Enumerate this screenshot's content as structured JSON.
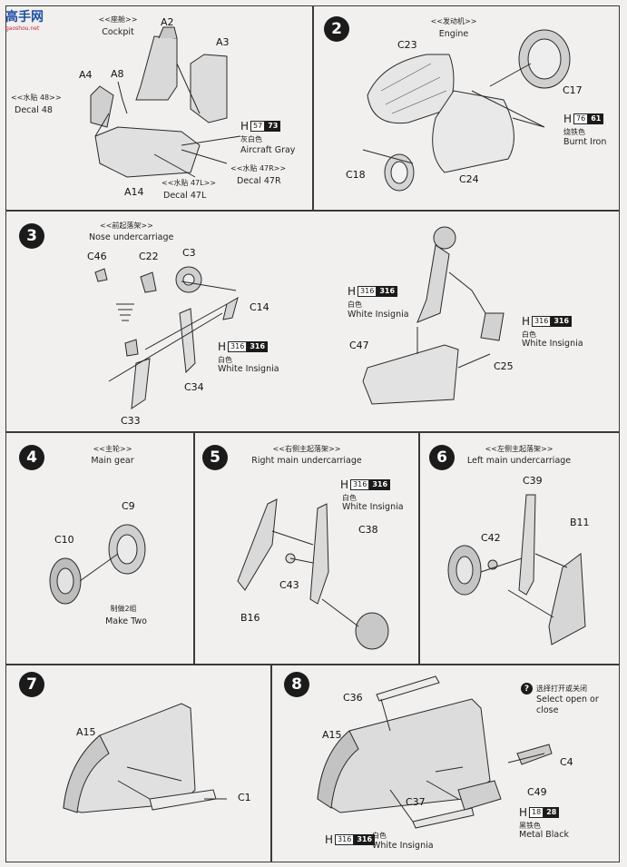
{
  "watermark": {
    "title": "高手网",
    "url": "gaoshou.net"
  },
  "step1": {
    "number": "",
    "title_cn": "<<座舱>>",
    "title_en": "Cockpit",
    "parts": {
      "a2": "A2",
      "a3": "A3",
      "a4": "A4",
      "a8": "A8",
      "a14": "A14"
    },
    "decal48_cn": "<<水贴 48>>",
    "decal48_en": "Decal 48",
    "decal47l_cn": "<<水贴 47L>>",
    "decal47l_en": "Decal 47L",
    "decal47r_cn": "<<水贴 47R>>",
    "decal47r_en": "Decal 47R",
    "paint": {
      "h": "H",
      "code1": "57",
      "code2": "73",
      "cn": "灰白色",
      "en": "Aircraft Gray"
    }
  },
  "step2": {
    "number": "2",
    "title_cn": "<<发动机>>",
    "title_en": "Engine",
    "parts": {
      "c23": "C23",
      "c17": "C17",
      "c18": "C18",
      "c24": "C24"
    },
    "paint": {
      "h": "H",
      "code1": "76",
      "code2": "61",
      "cn": "烧铁色",
      "en": "Burnt Iron"
    }
  },
  "step3": {
    "number": "3",
    "title_cn": "<<前起落架>>",
    "title_en": "Nose undercarriage",
    "parts": {
      "c46": "C46",
      "c22": "C22",
      "c3": "C3",
      "c14": "C14",
      "c34": "C34",
      "c33": "C33",
      "c47": "C47",
      "c25": "C25"
    },
    "paint_a": {
      "h": "H",
      "code1": "316",
      "code2": "316",
      "cn": "白色",
      "en": "White Insignia"
    },
    "paint_b": {
      "h": "H",
      "code1": "316",
      "code2": "316",
      "cn": "白色",
      "en": "White Insignia"
    },
    "paint_c": {
      "h": "H",
      "code1": "316",
      "code2": "316",
      "cn": "白色",
      "en": "White Insignia"
    }
  },
  "step4": {
    "number": "4",
    "title_cn": "<<主轮>>",
    "title_en": "Main gear",
    "parts": {
      "c9": "C9",
      "c10": "C10"
    },
    "make_cn": "制做2组",
    "make_en": "Make Two"
  },
  "step5": {
    "number": "5",
    "title_cn": "<<右侧主起落架>>",
    "title_en": "Right main undercarriage",
    "parts": {
      "c38": "C38",
      "c43": "C43",
      "b16": "B16"
    },
    "paint": {
      "h": "H",
      "code1": "316",
      "code2": "316",
      "cn": "白色",
      "en": "White Insignia"
    }
  },
  "step6": {
    "number": "6",
    "title_cn": "<<左侧主起落架>>",
    "title_en": "Left main undercarriage",
    "parts": {
      "c39": "C39",
      "c42": "C42",
      "b11": "B11"
    }
  },
  "step7": {
    "number": "7",
    "parts": {
      "a15": "A15",
      "c1": "C1"
    }
  },
  "step8": {
    "number": "8",
    "parts": {
      "c36": "C36",
      "a15": "A15",
      "c4": "C4",
      "c49": "C49",
      "c37": "C37"
    },
    "option_icon": "?",
    "option_cn": "选择打开或关闭",
    "option_en1": "Select open or",
    "option_en2": "close",
    "paint_a": {
      "h": "H",
      "code1": "18",
      "code2": "28",
      "cn": "黑铁色",
      "en": "Metal  Black"
    },
    "paint_b": {
      "h": "H",
      "code1": "316",
      "code2": "316",
      "cn": "白色",
      "en": "White Insignia"
    }
  }
}
